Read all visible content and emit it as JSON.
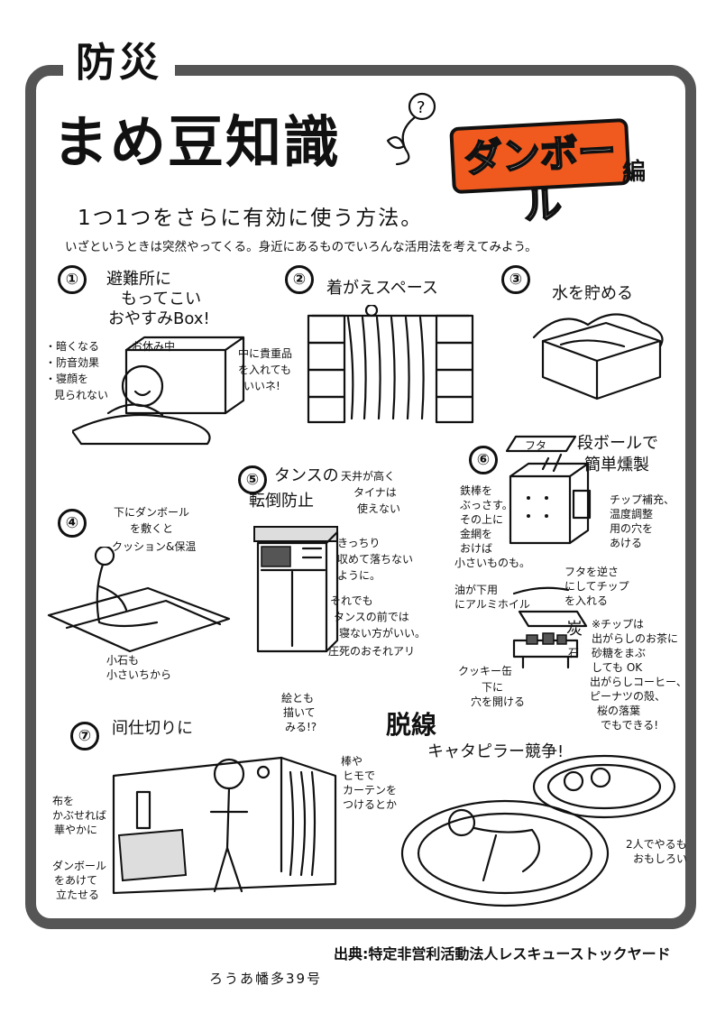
{
  "header": {
    "top_title": "防災",
    "main_title": "まめ豆知識",
    "badge": "ダンボール",
    "badge_suffix": "編",
    "subtitle": "1つ1つをさらに有効に使う方法。",
    "intro": "いざというときは突然やってくる。身近にあるものでいろんな活用法を考えてみよう。"
  },
  "colors": {
    "badge": "#f05a1e",
    "frame": "#555555"
  },
  "items": [
    {
      "number": "①",
      "heading_1": "避難所に",
      "heading_2": "もってこい",
      "heading_3": "おやすみBox!",
      "box_label": "お休み中",
      "notes": [
        "・暗くなる",
        "・防音効果",
        "・寝顔を",
        "見られない"
      ],
      "side_1": "中に貴重品",
      "side_2": "を入れても",
      "side_3": "いいネ!"
    },
    {
      "number": "②",
      "heading": "着がえスペース"
    },
    {
      "number": "③",
      "heading": "水を貯める"
    },
    {
      "number": "④",
      "heading_1": "下にダンボール",
      "heading_2": "を敷くと",
      "heading_3": "クッション&保温",
      "note_1": "小石も",
      "note_2": "小さいちから"
    },
    {
      "number": "⑤",
      "heading_1": "タンスの",
      "heading_2": "転倒防止",
      "note_1": "天井が高く",
      "note_2": "タイナは",
      "note_3": "使えない",
      "note_4": "きっちり",
      "note_5": "収めて落ちない",
      "note_6": "ように。",
      "note_7": "それでも",
      "note_8": "タンスの前では",
      "note_9": "寝ない方がいい。",
      "note_10": "圧死のおそれアリ"
    },
    {
      "number": "⑥",
      "heading_1": "段ボールで",
      "heading_2": "簡単燻製",
      "lid_label": "フタ",
      "left_1": "鉄棒を",
      "left_2": "ぶっさす。",
      "left_3": "その上に",
      "left_4": "金網を",
      "left_5": "おけば",
      "left_6": "小さいものも。",
      "right_1": "チップ補充、",
      "right_2": "温度調整",
      "right_3": "用の穴を",
      "right_4": "あける",
      "lid_note_1": "フタを逆さ",
      "lid_note_2": "にしてチップ",
      "lid_note_3": "を入れる",
      "foil_1": "油が下用",
      "foil_2": "にアルミホイル",
      "chip_1": "※チップは",
      "chip_2": "出がらしのお茶に",
      "chip_3": "砂糖をまぶ",
      "chip_4": "しても OK",
      "chip_5": "出がらしコーヒー、",
      "chip_6": "ピーナツの殻、",
      "chip_7": "桜の落葉",
      "chip_8": "でもできる!",
      "charcoal": "炭",
      "stone": "石",
      "can_1": "クッキー缶",
      "can_2": "下に",
      "can_3": "穴を開ける"
    },
    {
      "number": "⑦",
      "heading": "间仕切りに",
      "pic_1": "絵とも",
      "pic_2": "描いて",
      "pic_3": "みる!?",
      "pole_1": "棒や",
      "pole_2": "ヒモで",
      "pole_3": "カーテンを",
      "pole_4": "つけるとか",
      "cloth_1": "布を",
      "cloth_2": "かぶせれば",
      "cloth_3": "華やかに",
      "stand_1": "ダンボール",
      "stand_2": "をあけて",
      "stand_3": "立たせる"
    },
    {
      "heading": "脱線",
      "sub": "キャタピラー競争!",
      "note_1": "2人でやるも",
      "note_2": "おもしろい"
    }
  ],
  "credit": "出典:特定非営利活動法人レスキューストックヤード",
  "footer": "ろうあ幡多39号"
}
